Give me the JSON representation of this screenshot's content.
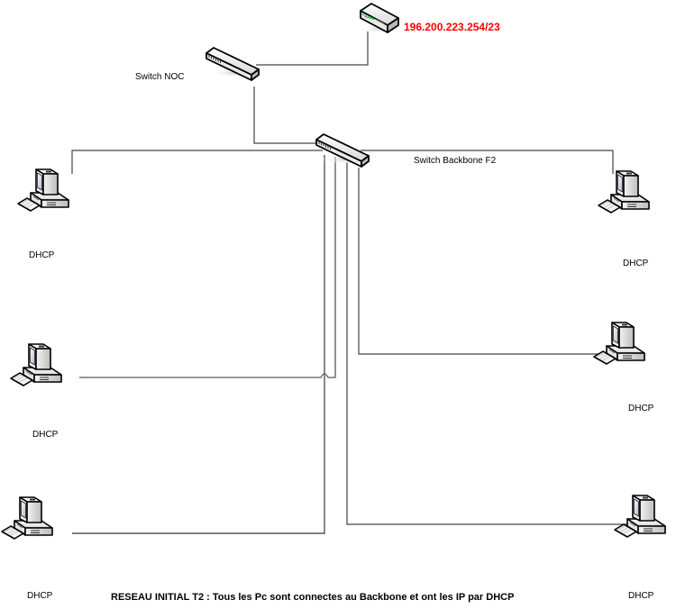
{
  "diagram": {
    "type": "network-topology",
    "caption": "RESEAU INITIAL T2 : Tous les Pc sont connectes au Backbone et ont les IP par DHCP",
    "colors": {
      "ip_text": "#ff0000",
      "line": "#000000",
      "line_gray": "#777777",
      "port_green": "#33aa33"
    },
    "nodes": {
      "router": {
        "icon": "router-icon",
        "label": "196.200.223.254/23"
      },
      "switch_noc": {
        "icon": "switch-icon",
        "label": "Switch NOC"
      },
      "switch_backbone": {
        "icon": "switch-icon",
        "label": "Switch Backbone F2"
      },
      "pcs": [
        {
          "id": "pc-left-1",
          "icon": "computer-icon",
          "label": "DHCP"
        },
        {
          "id": "pc-left-2",
          "icon": "computer-icon",
          "label": "DHCP"
        },
        {
          "id": "pc-left-3",
          "icon": "computer-icon",
          "label": "DHCP"
        },
        {
          "id": "pc-right-1",
          "icon": "computer-icon",
          "label": "DHCP"
        },
        {
          "id": "pc-right-2",
          "icon": "computer-icon",
          "label": "DHCP"
        },
        {
          "id": "pc-right-3",
          "icon": "computer-icon",
          "label": "DHCP"
        }
      ]
    },
    "links": [
      {
        "from": "router",
        "to": "switch_noc"
      },
      {
        "from": "switch_noc",
        "to": "switch_backbone"
      },
      {
        "from": "switch_backbone",
        "to": "pc-left-1"
      },
      {
        "from": "switch_backbone",
        "to": "pc-left-2"
      },
      {
        "from": "switch_backbone",
        "to": "pc-left-3"
      },
      {
        "from": "switch_backbone",
        "to": "pc-right-1"
      },
      {
        "from": "switch_backbone",
        "to": "pc-right-2"
      },
      {
        "from": "switch_backbone",
        "to": "pc-right-3"
      }
    ]
  }
}
